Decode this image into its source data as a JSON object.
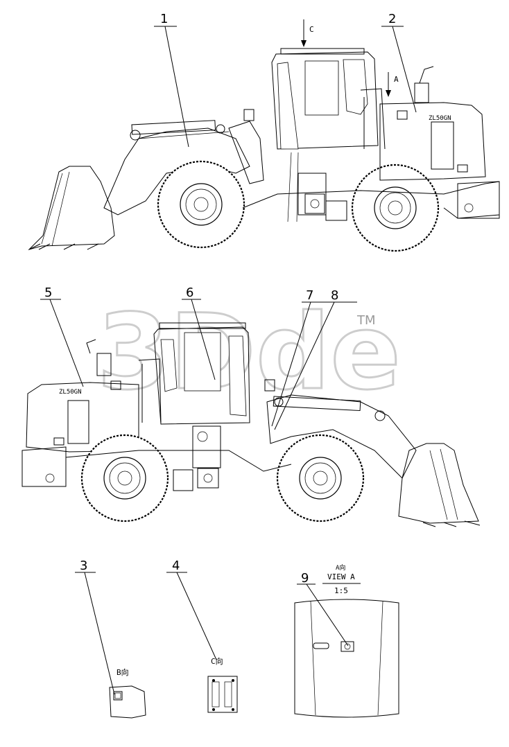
{
  "callouts": {
    "c1": "1",
    "c2": "2",
    "c3": "3",
    "c4": "4",
    "c5": "5",
    "c6": "6",
    "c7": "7",
    "c8": "8",
    "c9": "9"
  },
  "view_arrows": {
    "c_arrow": "C",
    "a_arrow": "A"
  },
  "decals": {
    "model_top": "ZL50GN",
    "model_bottom": "ZL50GN"
  },
  "views": {
    "b_view": "B向",
    "c_view": "C向",
    "a_view_cn": "A向",
    "a_view_en": "VIEW A",
    "a_view_scale": "1:5"
  },
  "watermark": {
    "text": "3Dde",
    "trademark": "TM"
  }
}
